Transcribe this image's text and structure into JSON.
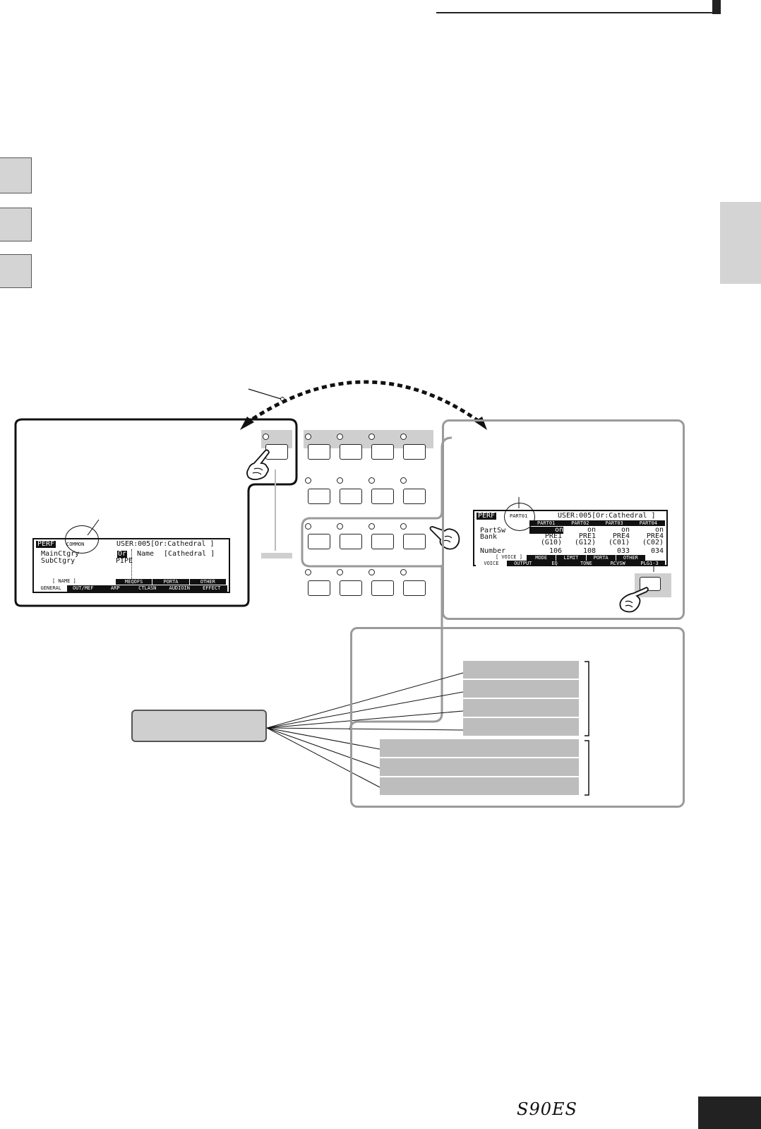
{
  "left_display": {
    "mode": "PERF",
    "tab_marker": "COMMON",
    "header": "USER:005[Or:Cathedral ]",
    "maincategory_label": "MainCtgry",
    "maincategory_value": "Or",
    "subcategory_label": "SubCtgry",
    "subcategory_value": "PIPE",
    "name_label": "Name",
    "name_value": "[Cathedral ]",
    "subtab_name": "[ NAME ]",
    "subtabs_right": [
      "MEQOFS",
      "PORTA",
      "OTHER"
    ],
    "main_tabs": [
      "GENERAL",
      "OUT/MEF",
      "ARP",
      "CTLASN",
      "AUDIOIN",
      "EFFECT"
    ]
  },
  "right_display": {
    "mode": "PERF",
    "tab_marker": "PART01",
    "header": "USER:005[Or:Cathedral ]",
    "part_headers": [
      "PART01",
      "PART02",
      "PART03",
      "PART04"
    ],
    "row_labels": [
      "PartSw",
      "Bank",
      "",
      "Number"
    ],
    "parts": [
      {
        "sw": "on",
        "bank": "PRE1",
        "group": "(G10)",
        "number": "106"
      },
      {
        "sw": "on",
        "bank": "PRE1",
        "group": "(G12)",
        "number": "108"
      },
      {
        "sw": "on",
        "bank": "PRE4",
        "group": "(C01)",
        "number": "033"
      },
      {
        "sw": "on",
        "bank": "PRE4",
        "group": "(C02)",
        "number": "034"
      }
    ],
    "subtabs": [
      "[ VOICE ]",
      "MODE",
      "LIMIT",
      "PORTA",
      "OTHER"
    ],
    "main_tabs": [
      "VOICE",
      "OUTPUT",
      "EQ",
      "TONE",
      "RCVSW",
      "PLG1-3"
    ]
  },
  "logo": "S90ES",
  "icons": [
    "hand-pointer-icon"
  ]
}
